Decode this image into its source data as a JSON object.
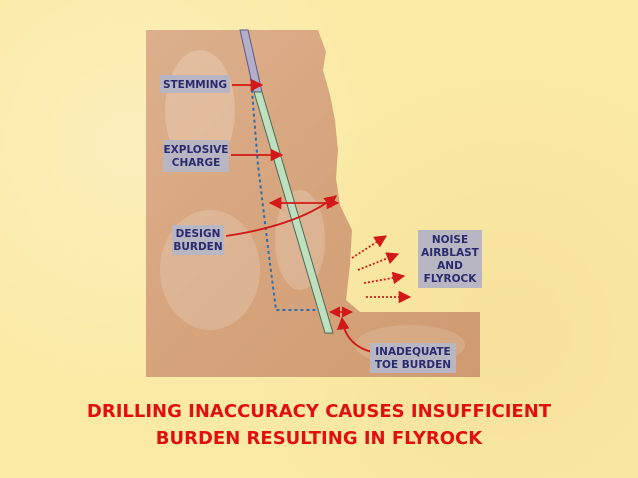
{
  "labels": {
    "stemming": "STEMMING",
    "explosive_line1": "EXPLOSIVE",
    "explosive_line2": "CHARGE",
    "design_line1": "DESIGN",
    "design_line2": "BURDEN",
    "noise_line1": "NOISE",
    "noise_line2": "AIRBLAST",
    "noise_line3": "AND",
    "noise_line4": "FLYROCK",
    "toe_line1": "INADEQUATE",
    "toe_line2": "TOE BURDEN"
  },
  "caption": {
    "line1": "DRILLING INACCURACY CAUSES INSUFFICIENT",
    "line2": "BURDEN RESULTING IN FLYROCK"
  },
  "colors": {
    "background": "#fbeaa6",
    "rock": "#d9a982",
    "label_box": "#b8b5c4",
    "label_text": "#2a2a6e",
    "arrow": "#d21818",
    "caption": "#e01010"
  }
}
